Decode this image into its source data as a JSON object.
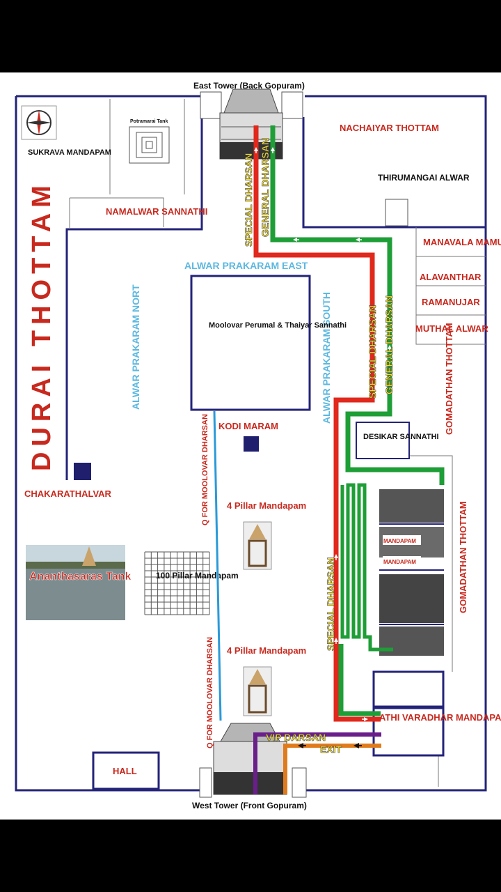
{
  "map": {
    "towers": {
      "east": "East Tower (Back Gopuram)",
      "west": "West Tower  (Front Gopuram)"
    },
    "areas": {
      "durai_thottam": "DURAI THOTTAM",
      "nachaiyar_thottam": "NACHAIYAR THOTTAM",
      "gomadathan_thottam": "GOMADATHAN THOTTAM",
      "sukrava_mandapam": "SUKRAVA MANDAPAM",
      "potramarai_tank": "Potramarai Tank",
      "namalwar_sannathi": "NAMALWAR SANNATHI",
      "thirumangai_alwar": "THIRUMANGAI ALWAR",
      "manavala_mamunigal": "MANAVALA MAMUNIGAL",
      "alavanthar": "ALAVANTHAR",
      "ramanujar": "RAMANUJAR",
      "muthal_alwar": "MUTHAL ALWAR",
      "alwar_prakaram_east": "ALWAR PRAKARAM EAST",
      "alwar_prakaram_nort": "ALWAR PRAKARAM NORT",
      "alwar_prakaram_south": "ALWAR PRAKARAM SOUTH",
      "moolovar": "Moolovar Perumal & Thaiyar Sannathi",
      "kodi_maram": "KODI MARAM",
      "desikar_sannathi": "DESIKAR SANNATHI",
      "chakarathalvar": "CHAKARATHALVAR",
      "pillar4_top": "4 Pillar Mandapam",
      "pillar4_bottom": "4 Pillar Mandapam",
      "pillar100": "100 Pillar Mandapam",
      "ananthasaras_tank": "Ananthasaras Tank",
      "hall": "HALL",
      "athi_varadhar": "ATHI VARADHAR MANDAPAM",
      "mandapam_small": "MANDAPAM"
    },
    "routes": {
      "special": "SPECIAL  DHARSAN",
      "general": "GENERAL  DHARSAN",
      "q_moolovar": "Q FOR MOOLOVAR DHARSAN",
      "vip": "VIP DARSAN",
      "exit": "EXIT"
    },
    "colors": {
      "wall": "#23237a",
      "special_route": "#e0281c",
      "general_route": "#1e9e36",
      "queue_route": "#2a9ad8",
      "vip_route": "#6a1e8a",
      "exit_route": "#e07b1c",
      "label_red": "#c8291e",
      "label_blue": "#5cb8e0"
    }
  }
}
